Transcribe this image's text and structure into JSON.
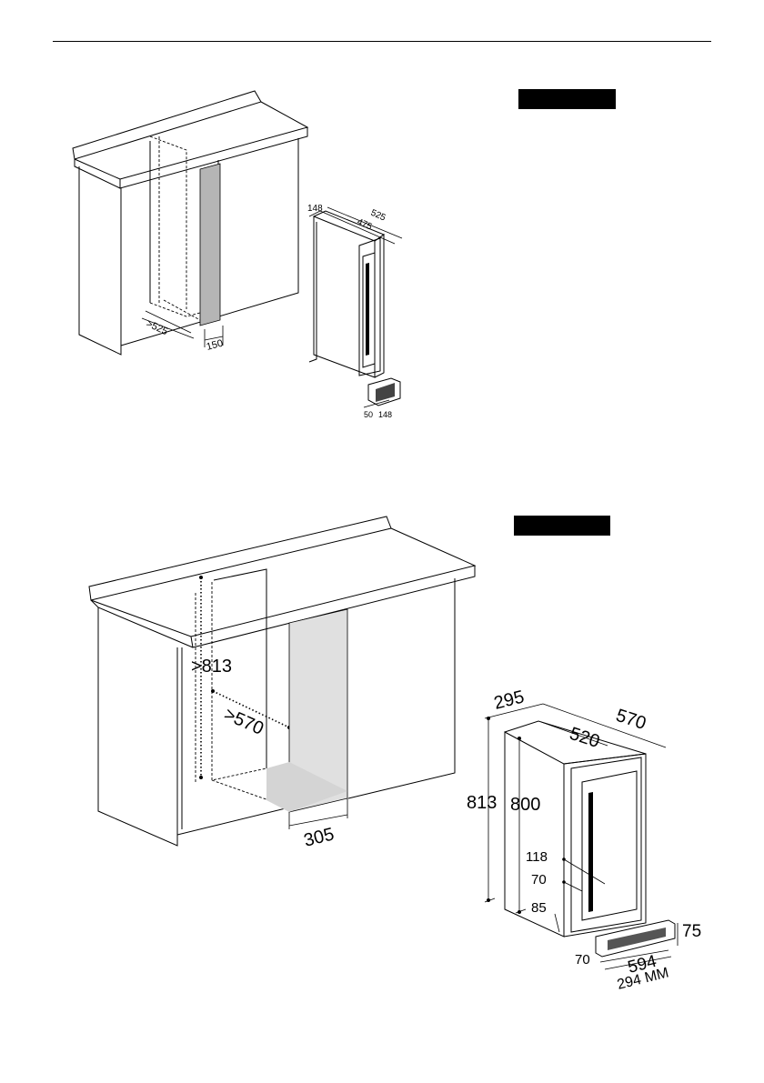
{
  "diagram_top": {
    "cabinet": {
      "depth_min": ">525",
      "opening_width": "150"
    },
    "appliance": {
      "width": "148",
      "depth_total": "525",
      "depth_body": "475"
    },
    "kickplate": {
      "offset": "50",
      "width": "148"
    }
  },
  "diagram_bottom": {
    "cabinet": {
      "height_min": ">813",
      "depth_min": ">570",
      "opening_width": "305"
    },
    "appliance": {
      "width": "295",
      "depth_total": "570",
      "depth_body": "520",
      "height_total": "813",
      "height_body": "800",
      "dim_118": "118",
      "dim_70": "70",
      "dim_85": "85"
    },
    "kickplate": {
      "height": "75",
      "depth": "70",
      "width_594": "594",
      "width_294": "294 MM"
    }
  }
}
